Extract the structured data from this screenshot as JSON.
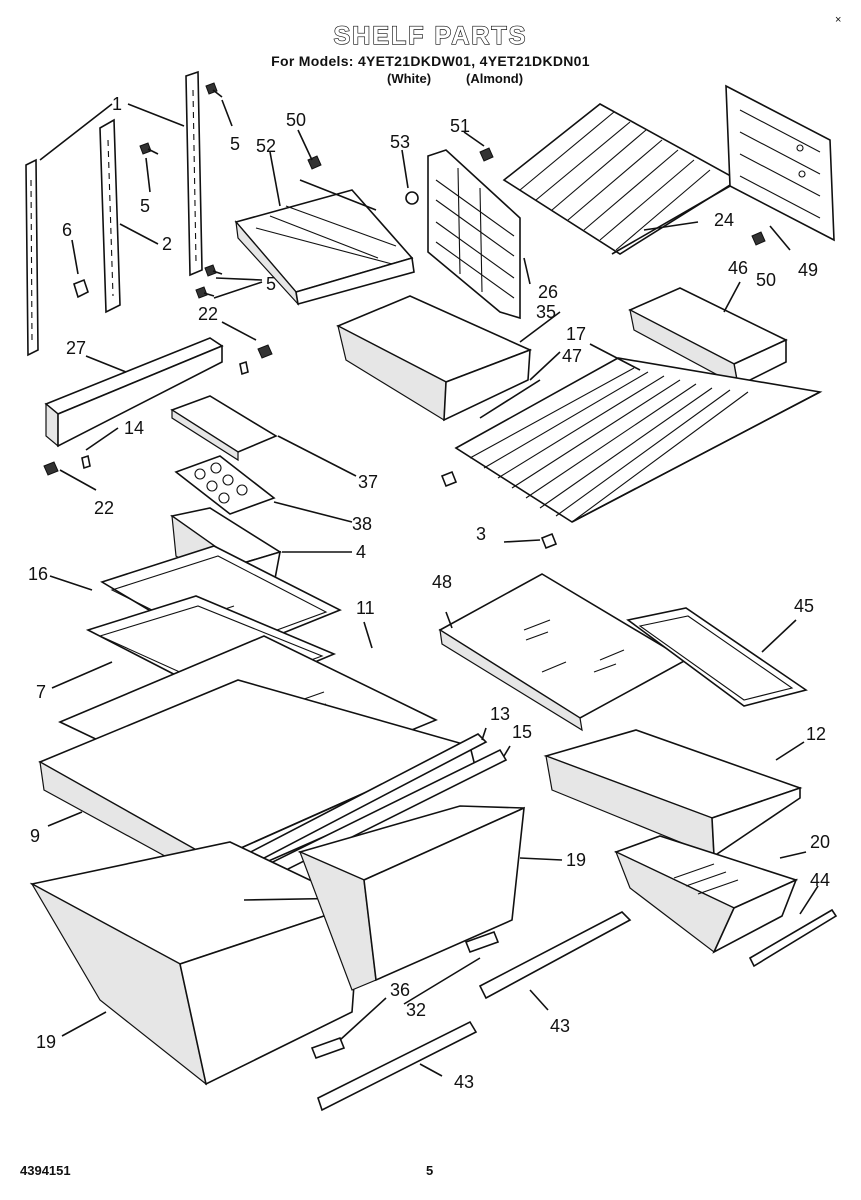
{
  "header": {
    "title": "SHELF PARTS",
    "models_line": "For Models: 4YET21DKDW01, 4YET21DKDN01",
    "color_white": "(White)",
    "color_almond": "(Almond)"
  },
  "corner_mark": "×",
  "callouts": {
    "p1": "1",
    "p2": "2",
    "p3": "3",
    "p4": "4",
    "p5a": "5",
    "p5b": "5",
    "p5c": "5",
    "p6": "6",
    "p7": "7",
    "p9": "9",
    "p11": "11",
    "p12": "12",
    "p13": "13",
    "p14": "14",
    "p15": "15",
    "p16": "16",
    "p17": "17",
    "p19a": "19",
    "p19b": "19",
    "p20": "20",
    "p22a": "22",
    "p22b": "22",
    "p24": "24",
    "p26": "26",
    "p27": "27",
    "p32": "32",
    "p35": "35",
    "p36": "36",
    "p37": "37",
    "p38": "38",
    "p43a": "43",
    "p43b": "43",
    "p44": "44",
    "p45": "45",
    "p46": "46",
    "p47": "47",
    "p48": "48",
    "p49": "49",
    "p50a": "50",
    "p50b": "50",
    "p51": "51",
    "p52": "52",
    "p53": "53"
  },
  "footer": {
    "doc_number": "4394151",
    "page_number": "5"
  }
}
